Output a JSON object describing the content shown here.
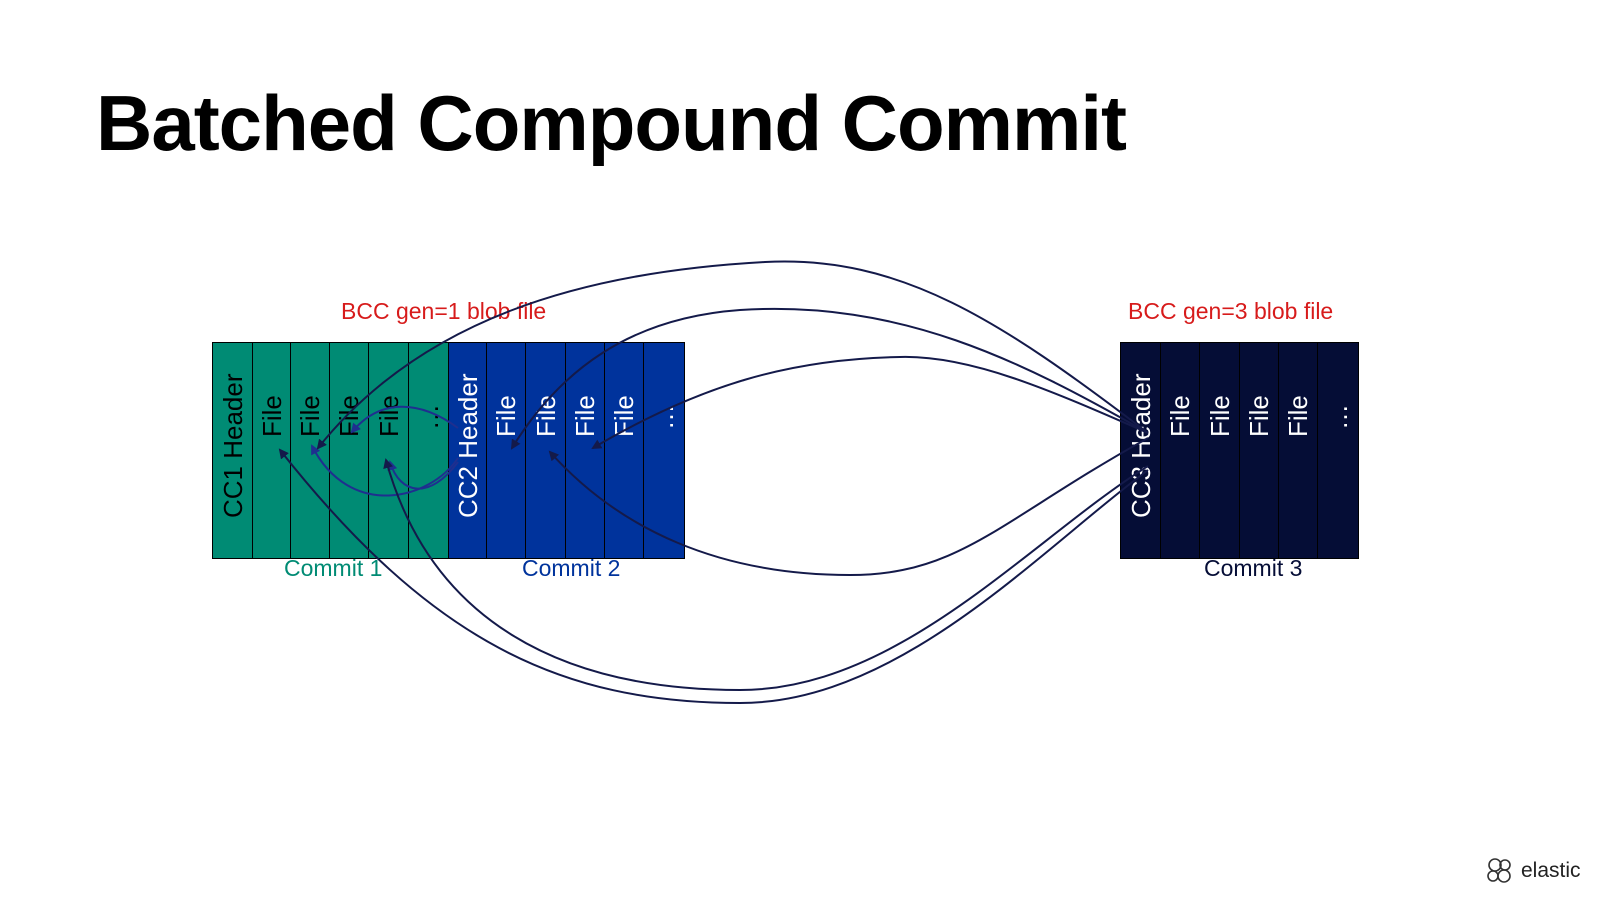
{
  "slide": {
    "title": "Batched Compound Commit"
  },
  "blobs": [
    {
      "label": "BCC gen=1 blob file",
      "commits": [
        {
          "label": "Commit 1",
          "label_color": "#008b74",
          "fill_color": "#008b74",
          "text_color": "#000000",
          "header": "CC1 Header",
          "files": [
            "File",
            "File",
            "File",
            "File",
            "…"
          ]
        },
        {
          "label": "Commit 2",
          "label_color": "#00339c",
          "fill_color": "#00339c",
          "text_color": "#ffffff",
          "header": "CC2 Header",
          "files": [
            "File",
            "File",
            "File",
            "File",
            "…"
          ]
        }
      ]
    },
    {
      "label": "BCC gen=3 blob file",
      "commits": [
        {
          "label": "Commit 3",
          "label_color": "#050d36",
          "fill_color": "#050d36",
          "text_color": "#ffffff",
          "header": "CC3 Header",
          "files": [
            "File",
            "File",
            "File",
            "File",
            "…"
          ]
        }
      ]
    }
  ],
  "label_color": "#d71b1b",
  "arrow_color": "#141a4a",
  "inner_arrow_color": "#1f2f8f",
  "logo": {
    "icon": "elastic-logo-icon",
    "text": "elastic"
  }
}
